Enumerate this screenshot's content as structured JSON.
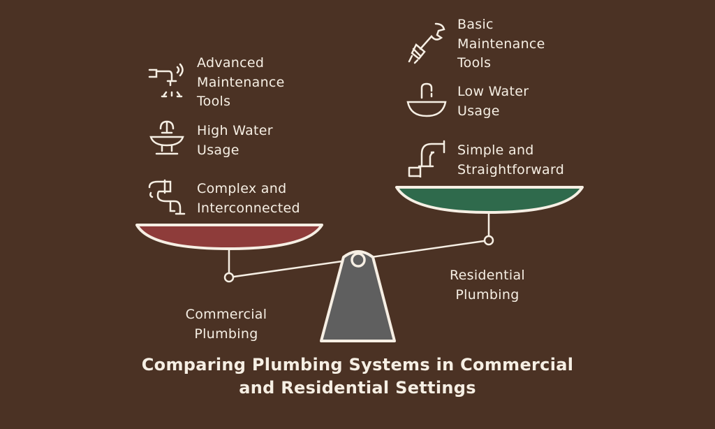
{
  "title": [
    "Comparing Plumbing Systems in Commercial",
    "and Residential Settings"
  ],
  "commercial": {
    "label": [
      "Commercial",
      "Plumbing"
    ],
    "color": "#8e3c3a",
    "items": [
      {
        "icon": "faucet-icon",
        "lines": [
          "Advanced",
          "Maintenance",
          "Tools"
        ]
      },
      {
        "icon": "fountain-icon",
        "lines": [
          "High Water",
          "Usage"
        ]
      },
      {
        "icon": "pipe-icon",
        "lines": [
          "Complex and",
          "Interconnected"
        ]
      }
    ]
  },
  "residential": {
    "label": [
      "Residential",
      "Plumbing"
    ],
    "color": "#2f6a4c",
    "items": [
      {
        "icon": "wrench-icon",
        "lines": [
          "Basic",
          "Maintenance",
          "Tools"
        ]
      },
      {
        "icon": "basin-icon",
        "lines": [
          "Low Water",
          "Usage"
        ]
      },
      {
        "icon": "pipe-icon",
        "lines": [
          "Simple and",
          "Straightforward"
        ]
      }
    ]
  },
  "colors": {
    "background": "#4b3224",
    "fulcrum": "#5f5f5f",
    "line": "#f6efe4"
  }
}
